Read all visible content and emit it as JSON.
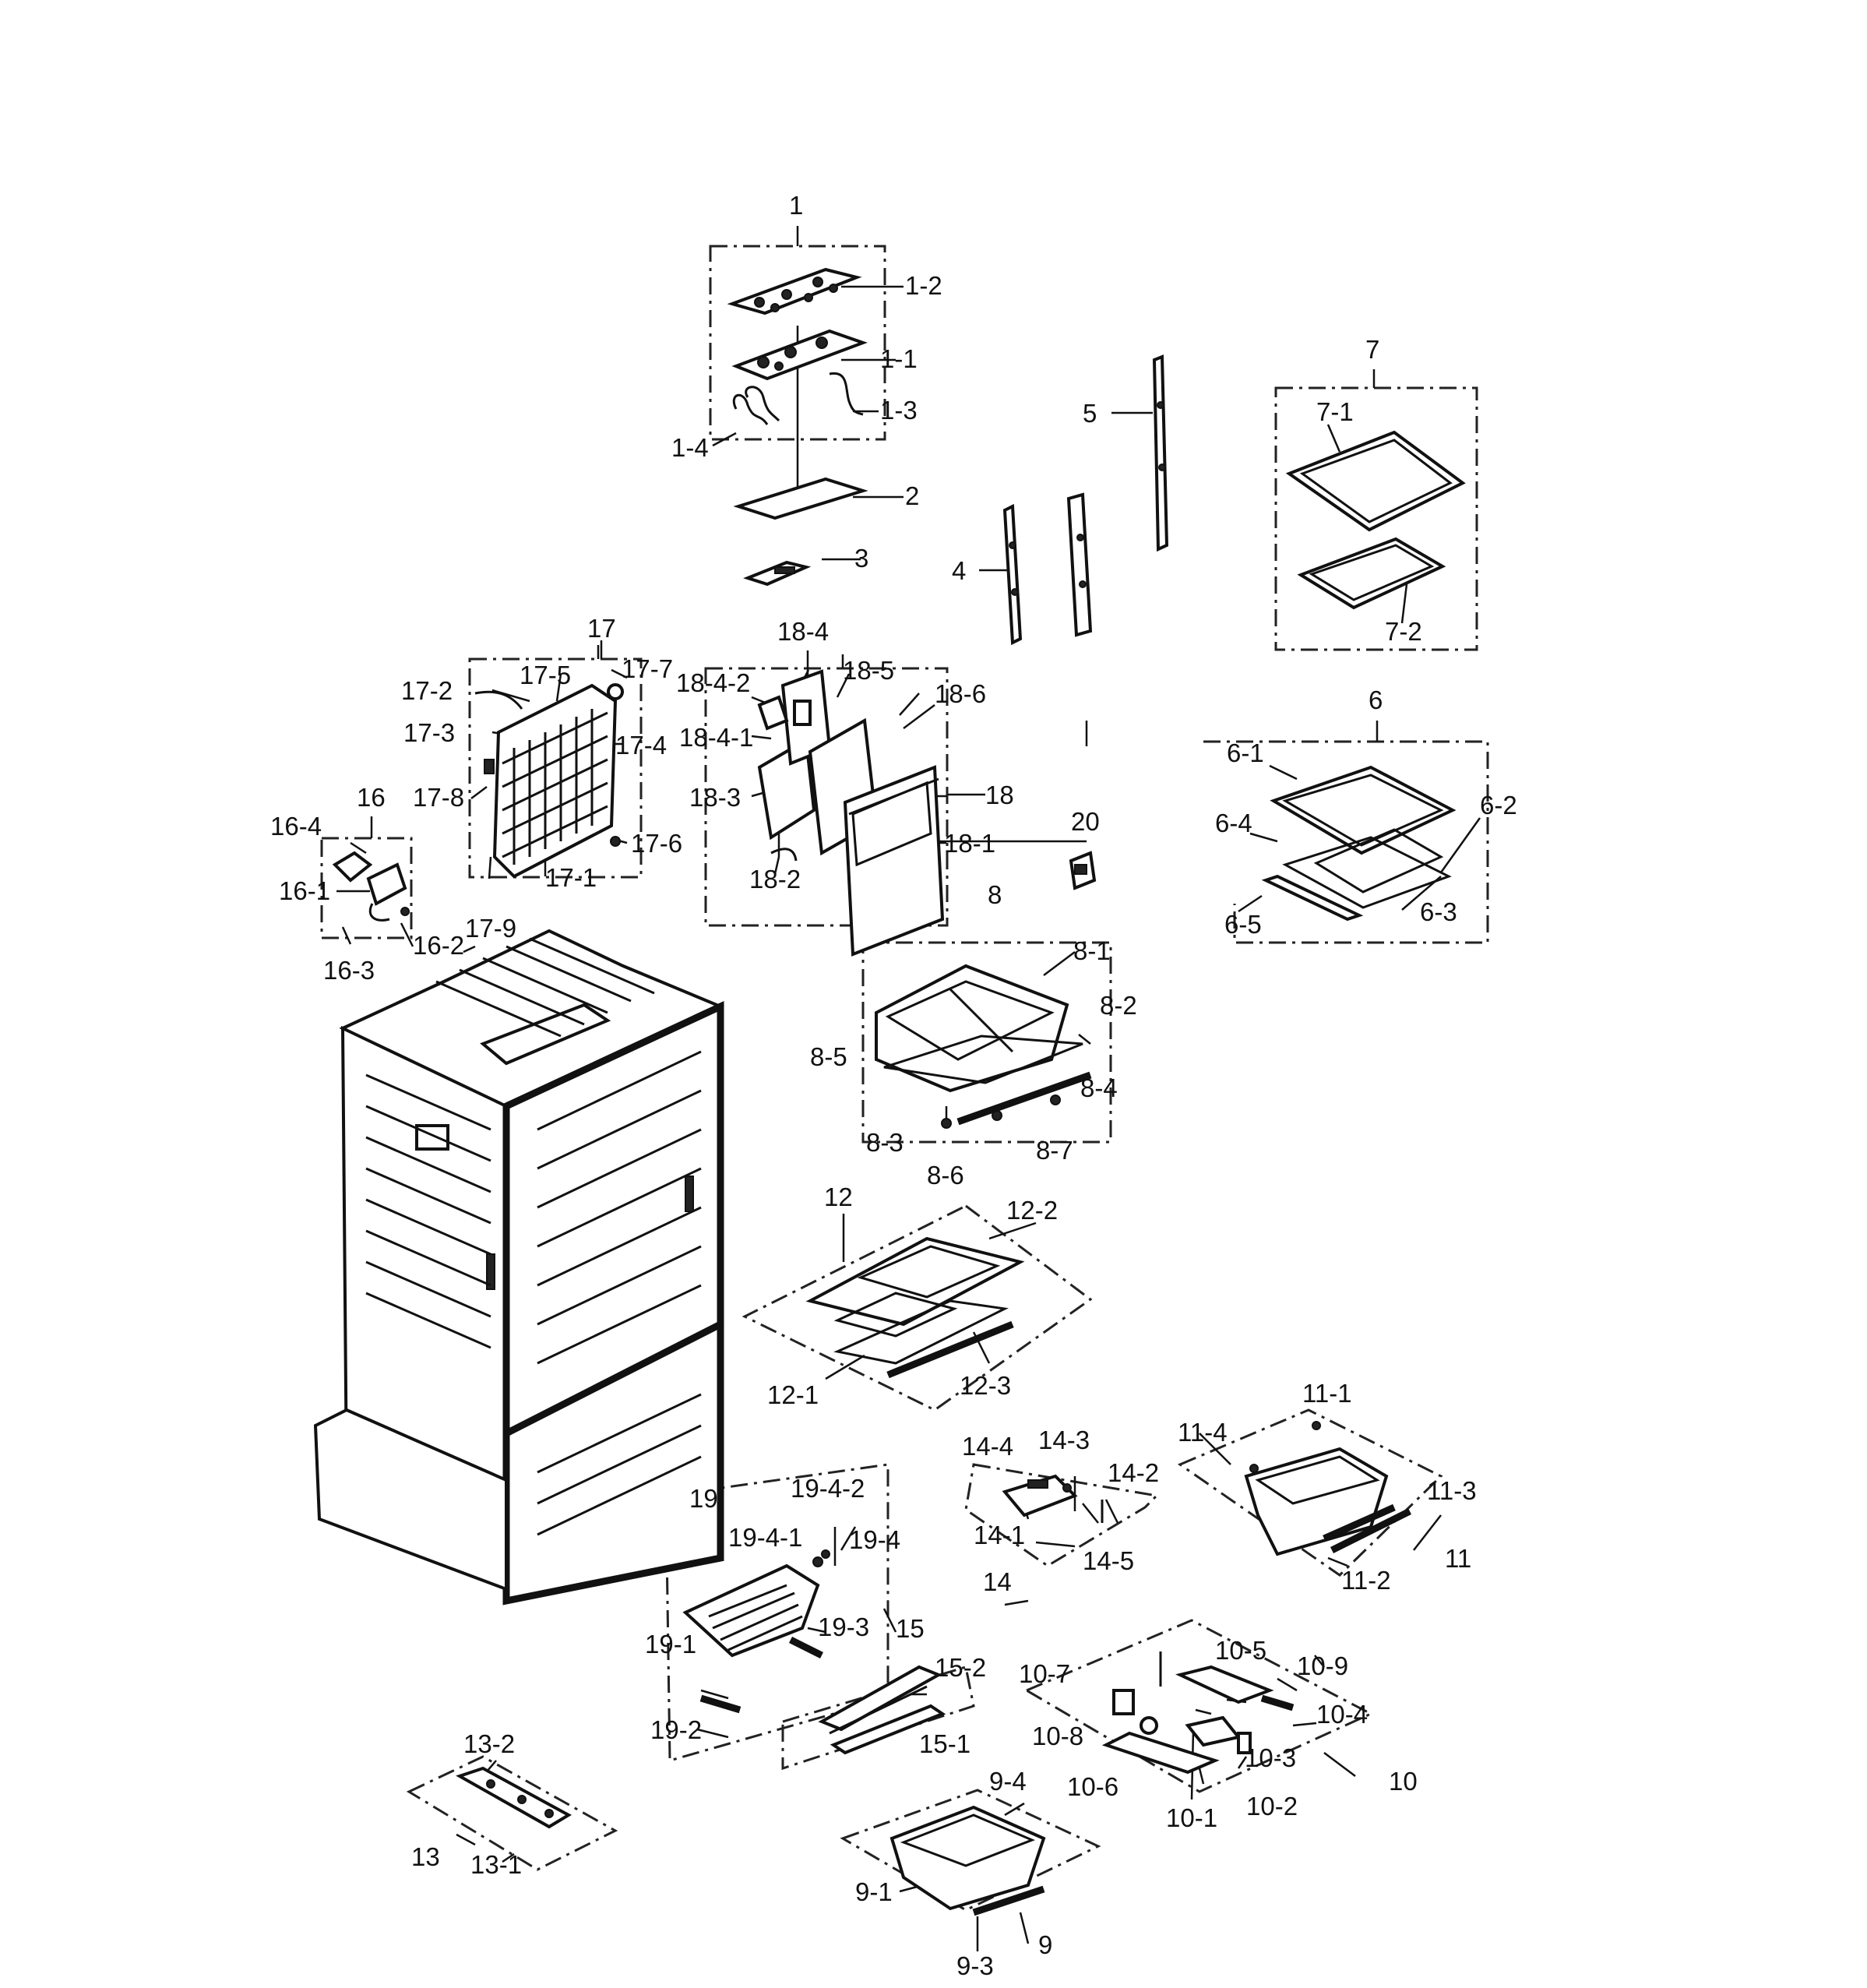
{
  "labels": {
    "1": "1",
    "1-1": "1-1",
    "1-2": "1-2",
    "1-3": "1-3",
    "1-4": "1-4",
    "2": "2",
    "3": "3",
    "4": "4",
    "5": "5",
    "6": "6",
    "6-1": "6-1",
    "6-2": "6-2",
    "6-3": "6-3",
    "6-4": "6-4",
    "6-5": "6-5",
    "7": "7",
    "7-1": "7-1",
    "7-2": "7-2",
    "8": "8",
    "8-1": "8-1",
    "8-2": "8-2",
    "8-3": "8-3",
    "8-4": "8-4",
    "8-5": "8-5",
    "8-6": "8-6",
    "8-7": "8-7",
    "9": "9",
    "9-1": "9-1",
    "9-3": "9-3",
    "9-4": "9-4",
    "10": "10",
    "10-1": "10-1",
    "10-2": "10-2",
    "10-3": "10-3",
    "10-4": "10-4",
    "10-5": "10-5",
    "10-6": "10-6",
    "10-7": "10-7",
    "10-8": "10-8",
    "10-9": "10-9",
    "11": "11",
    "11-1": "11-1",
    "11-2": "11-2",
    "11-3": "11-3",
    "11-4": "11-4",
    "12": "12",
    "12-1": "12-1",
    "12-2": "12-2",
    "12-3": "12-3",
    "13": "13",
    "13-1": "13-1",
    "13-2": "13-2",
    "14": "14",
    "14-1": "14-1",
    "14-2": "14-2",
    "14-3": "14-3",
    "14-4": "14-4",
    "14-5": "14-5",
    "15": "15",
    "15-1": "15-1",
    "15-2": "15-2",
    "16": "16",
    "16-1": "16-1",
    "16-2": "16-2",
    "16-3": "16-3",
    "16-4": "16-4",
    "17": "17",
    "17-1": "17-1",
    "17-2": "17-2",
    "17-3": "17-3",
    "17-4": "17-4",
    "17-5": "17-5",
    "17-6": "17-6",
    "17-7": "17-7",
    "17-8": "17-8",
    "17-9": "17-9",
    "18": "18",
    "18-1": "18-1",
    "18-2": "18-2",
    "18-3": "18-3",
    "18-4": "18-4",
    "18-4-1": "18-4-1",
    "18-4-2": "18-4-2",
    "18-5": "18-5",
    "18-6": "18-6",
    "19": "19",
    "19-1": "19-1",
    "19-2": "19-2",
    "19-3": "19-3",
    "19-4": "19-4",
    "19-4-1": "19-4-1",
    "19-4-2": "19-4-2",
    "20": "20"
  }
}
